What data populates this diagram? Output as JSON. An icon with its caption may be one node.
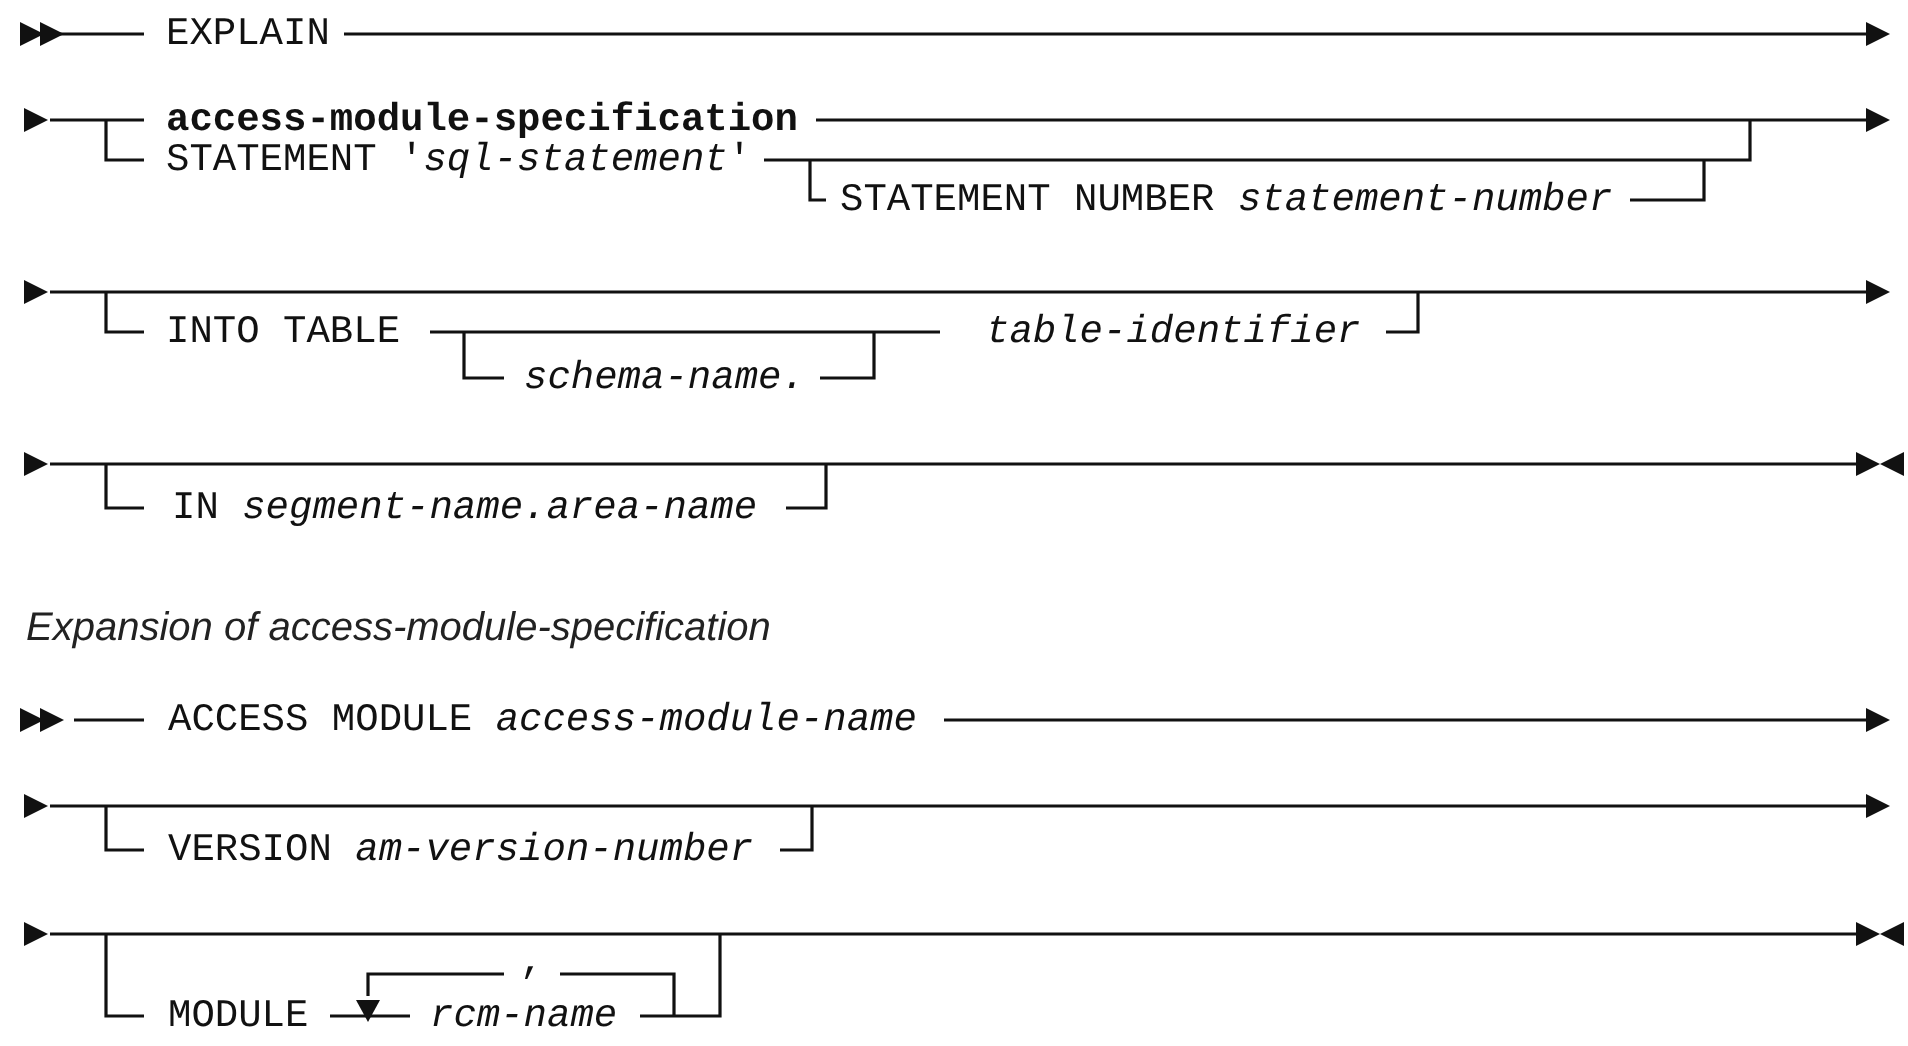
{
  "diagram": {
    "labels": [
      "EXPLAIN",
      "access-module-specification",
      "STATEMENT '*sql-statement*'",
      "STATEMENT NUMBER *statement-number*",
      "INTO TABLE",
      "table-identifier",
      "schema-name.",
      "IN *segment-name.area-name*",
      "Expansion of access-module-specification",
      "ACCESS MODULE *access-module-name*",
      "VERSION *am-version-number*",
      ",",
      "MODULE",
      "rcm-name"
    ]
  }
}
